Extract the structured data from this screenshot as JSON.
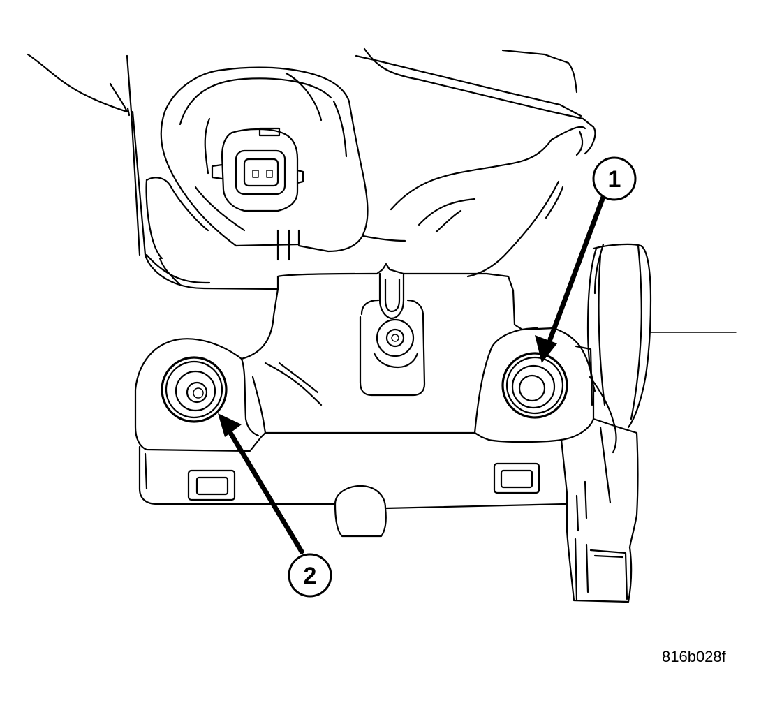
{
  "diagram": {
    "figure_code": "816b028f",
    "callouts": [
      {
        "number": "1"
      },
      {
        "number": "2"
      }
    ],
    "colors": {
      "line": "#000000",
      "background": "#ffffff"
    }
  }
}
